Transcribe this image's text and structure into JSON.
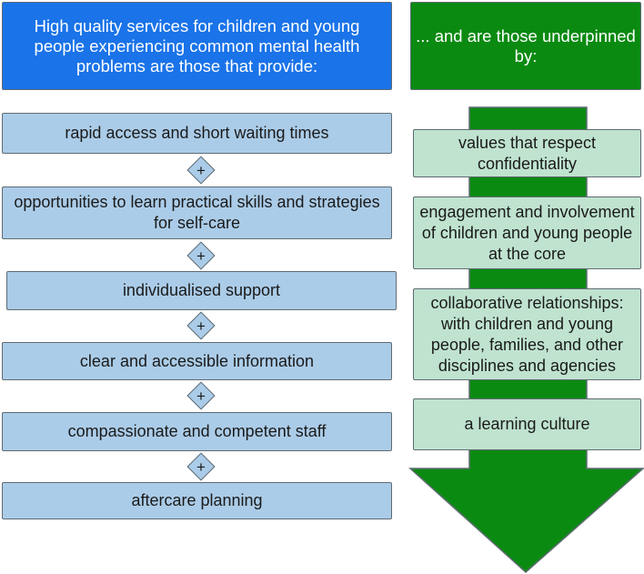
{
  "header": {
    "left": "High quality services for children and young people experiencing common mental health problems are those that provide:",
    "right": "... and are those underpinned by:"
  },
  "services": [
    "rapid access and short waiting times",
    "opportunities to learn practical skills and strategies for self-care",
    "individualised support",
    "clear and accessible information",
    "compassionate and competent staff",
    "aftercare planning"
  ],
  "connector_symbol": "+",
  "values": [
    "values that respect confidentiality",
    "engagement and involvement of children and young people at the core",
    "collaborative relationships: with children and young people, families, and other disciplines and agencies",
    "a learning culture"
  ],
  "colors": {
    "header_left_bg": "#1a73e8",
    "header_right_bg": "#0b8a12",
    "service_bg": "#abcce8",
    "value_bg": "#bfe3cf",
    "arrow_fill": "#0b8a12",
    "border": "#5f6b72"
  }
}
